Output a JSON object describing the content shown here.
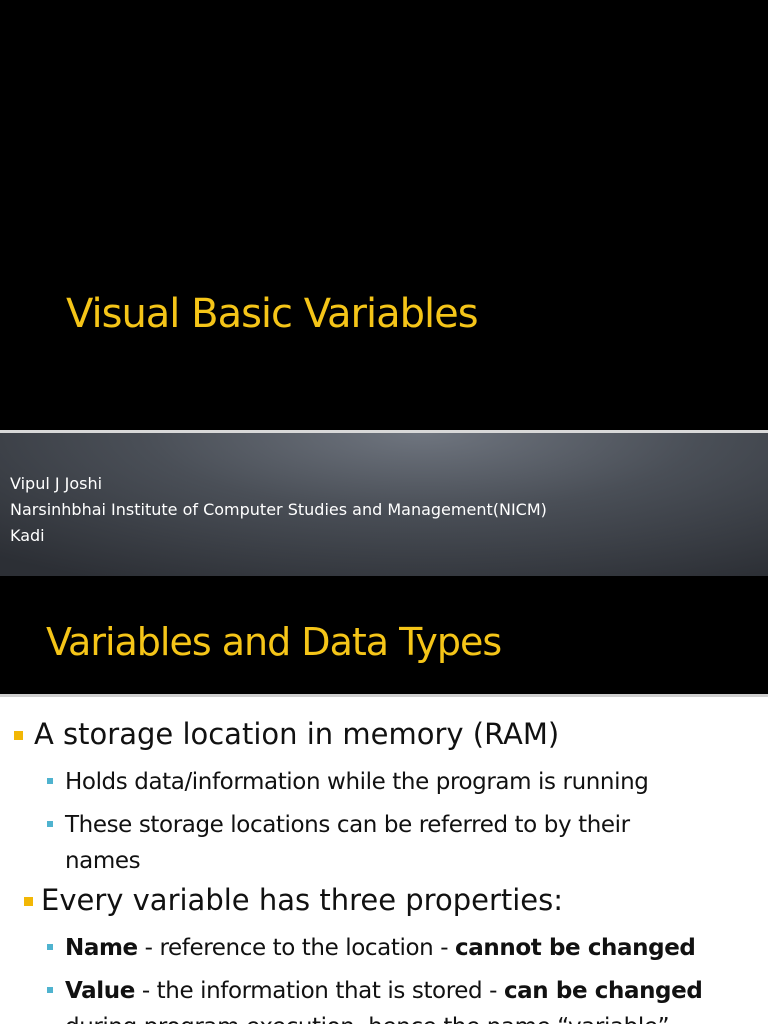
{
  "slide1": {
    "title": "Visual Basic Variables",
    "author": "Vipul J Joshi",
    "institute": "Narsinhbhai Institute of Computer Studies and Management(NICM)",
    "location": "Kadi"
  },
  "slide2": {
    "title": "Variables and Data Types",
    "bullet1": "A storage location in memory (RAM)",
    "bullet1_sub1": "Holds data/information while the program is running",
    "bullet1_sub2_line1": "These storage locations can be referred to by their",
    "bullet1_sub2_line2": "names",
    "bullet2": "Every variable has three properties:",
    "name_label": "Name",
    "name_desc": " - reference to the location - ",
    "name_emphasis": "cannot be changed",
    "value_label": "Value",
    "value_desc": " - the information that is stored - ",
    "value_emphasis": "can be changed",
    "value_line2": "during program execution, hence the name “variable”"
  },
  "colors": {
    "title_yellow": "#f5c518",
    "bullet_yellow": "#f2b705",
    "bullet_blue": "#4fb3cf"
  }
}
